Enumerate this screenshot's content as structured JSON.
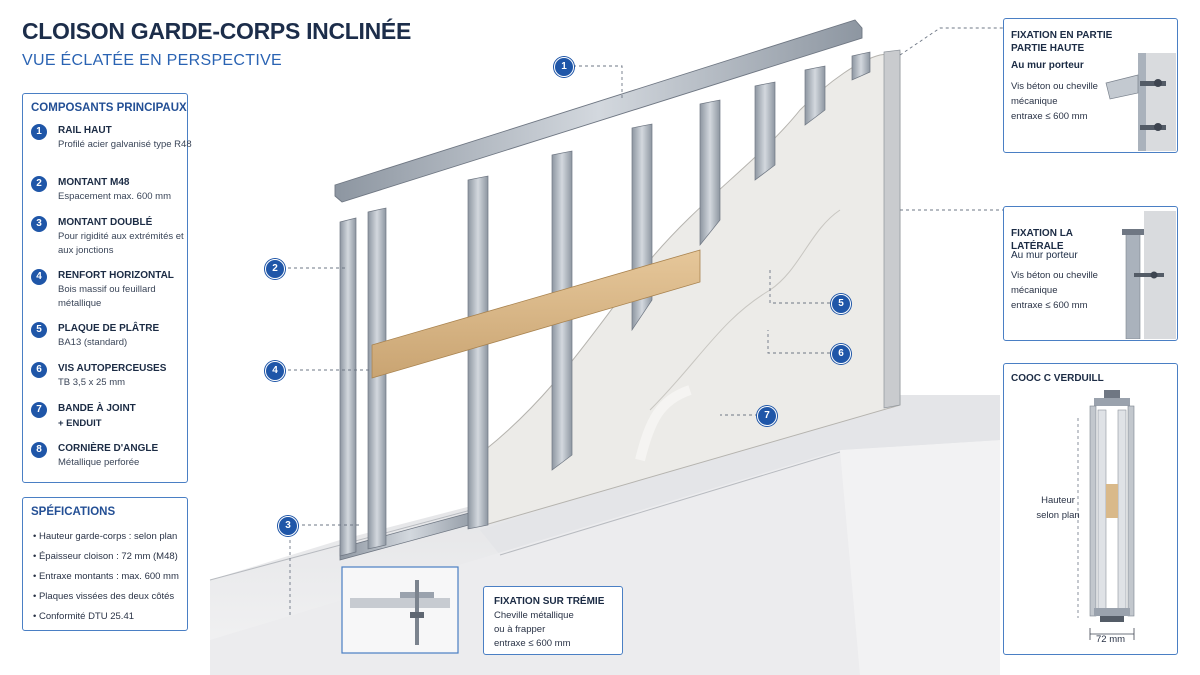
{
  "header": {
    "title": "CLOISON GARDE-CORPS INCLINÉE",
    "subtitle": "VUE ÉCLATÉE EN PERSPECTIVE"
  },
  "components": {
    "heading": "COMPOSANTS PRINCIPAUX",
    "items": [
      {
        "num": "1",
        "name": "RAIL HAUT",
        "desc": "Profilé acier galvanisé type R48"
      },
      {
        "num": "2",
        "name": "MONTANT M48",
        "desc": "Espacement max. 600 mm"
      },
      {
        "num": "3",
        "name": "MONTANT DOUBLÉ",
        "desc": "Pour rigidité aux extrémités et aux jonctions"
      },
      {
        "num": "4",
        "name": "RENFORT HORIZONTAL",
        "desc": "Bois massif ou feuillard métallique"
      },
      {
        "num": "5",
        "name": "PLAQUE DE PLÂTRE",
        "desc": "BA13 (standard)"
      },
      {
        "num": "6",
        "name": "VIS AUTOPERCEUSES",
        "desc": "TB 3,5 x 25 mm"
      },
      {
        "num": "7",
        "name": "BANDE À JOINT",
        "desc": "+ ENDUIT"
      },
      {
        "num": "8",
        "name": "CORNIÈRE D'ANGLE",
        "desc": "Métallique perforée"
      }
    ]
  },
  "specifications": {
    "heading": "SPÉFICATIONS",
    "items": [
      "Hauteur garde-corps : selon plan",
      "Épaisseur cloison : 72 mm (M48)",
      "Entraxe montants : max. 600 mm",
      "Plaques vissées des deux côtés",
      "Conformité DTU 25.41"
    ]
  },
  "callout_top": {
    "title_line1": "FIXATION EN PARTIE",
    "title_line2": "PARTIE HAUTE",
    "sub": "Au mur porteur",
    "text": [
      "Vis béton ou cheville",
      "mécanique",
      "entraxe ≤ 600 mm"
    ]
  },
  "callout_side": {
    "title_line1": "FIXATION LA",
    "title_line2": "LATÉRALE",
    "sub": "Au mur porteur",
    "text": [
      "Vis béton ou cheville",
      "mécanique",
      "entraxe ≤ 600 mm"
    ]
  },
  "callout_section": {
    "title": "COOC C   VERDUILL",
    "height_label": [
      "Hauteur",
      "selon plan"
    ],
    "width_label": "72 mm"
  },
  "callout_bottom": {
    "title": "FIXATION SUR TRÉMIE",
    "text": [
      "Cheville métallique",
      "ou à frapper",
      "entraxe ≤ 600 mm"
    ]
  },
  "markers": [
    "1",
    "2",
    "3",
    "4",
    "5",
    "6",
    "7"
  ],
  "colors": {
    "accent": "#1f56a8",
    "panel_border": "#4a7fc4",
    "timber": "#d9b98a",
    "steel": "#a9b1bb",
    "plaster": "#ecebe8"
  }
}
